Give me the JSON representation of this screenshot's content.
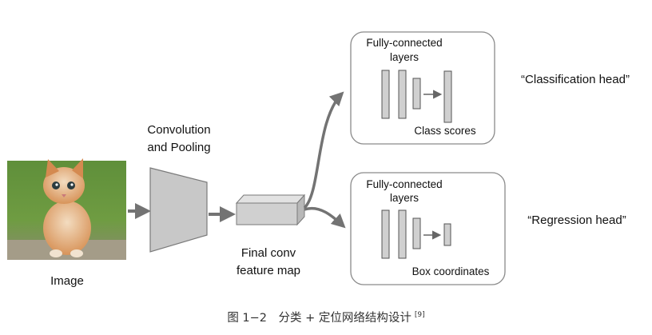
{
  "diagram": {
    "image_label": "Image",
    "conv_label_line1": "Convolution",
    "conv_label_line2": "and Pooling",
    "feature_label_line1": "Final conv",
    "feature_label_line2": "feature map",
    "top_box": {
      "title_line1": "Fully-connected",
      "title_line2": "layers",
      "output_label": "Class scores",
      "head_label": "“Classification head”"
    },
    "bottom_box": {
      "title_line1": "Fully-connected",
      "title_line2": "layers",
      "output_label": "Box coordinates",
      "head_label": "“Regression head”"
    },
    "caption": "图 1−2　分类 + 定位网络结构设计",
    "caption_ref": "[9]",
    "colors": {
      "arrow": "#737373",
      "layer_fill": "#d0d0d0",
      "layer_stroke": "#555555",
      "box_stroke": "#8a8a8a"
    }
  }
}
